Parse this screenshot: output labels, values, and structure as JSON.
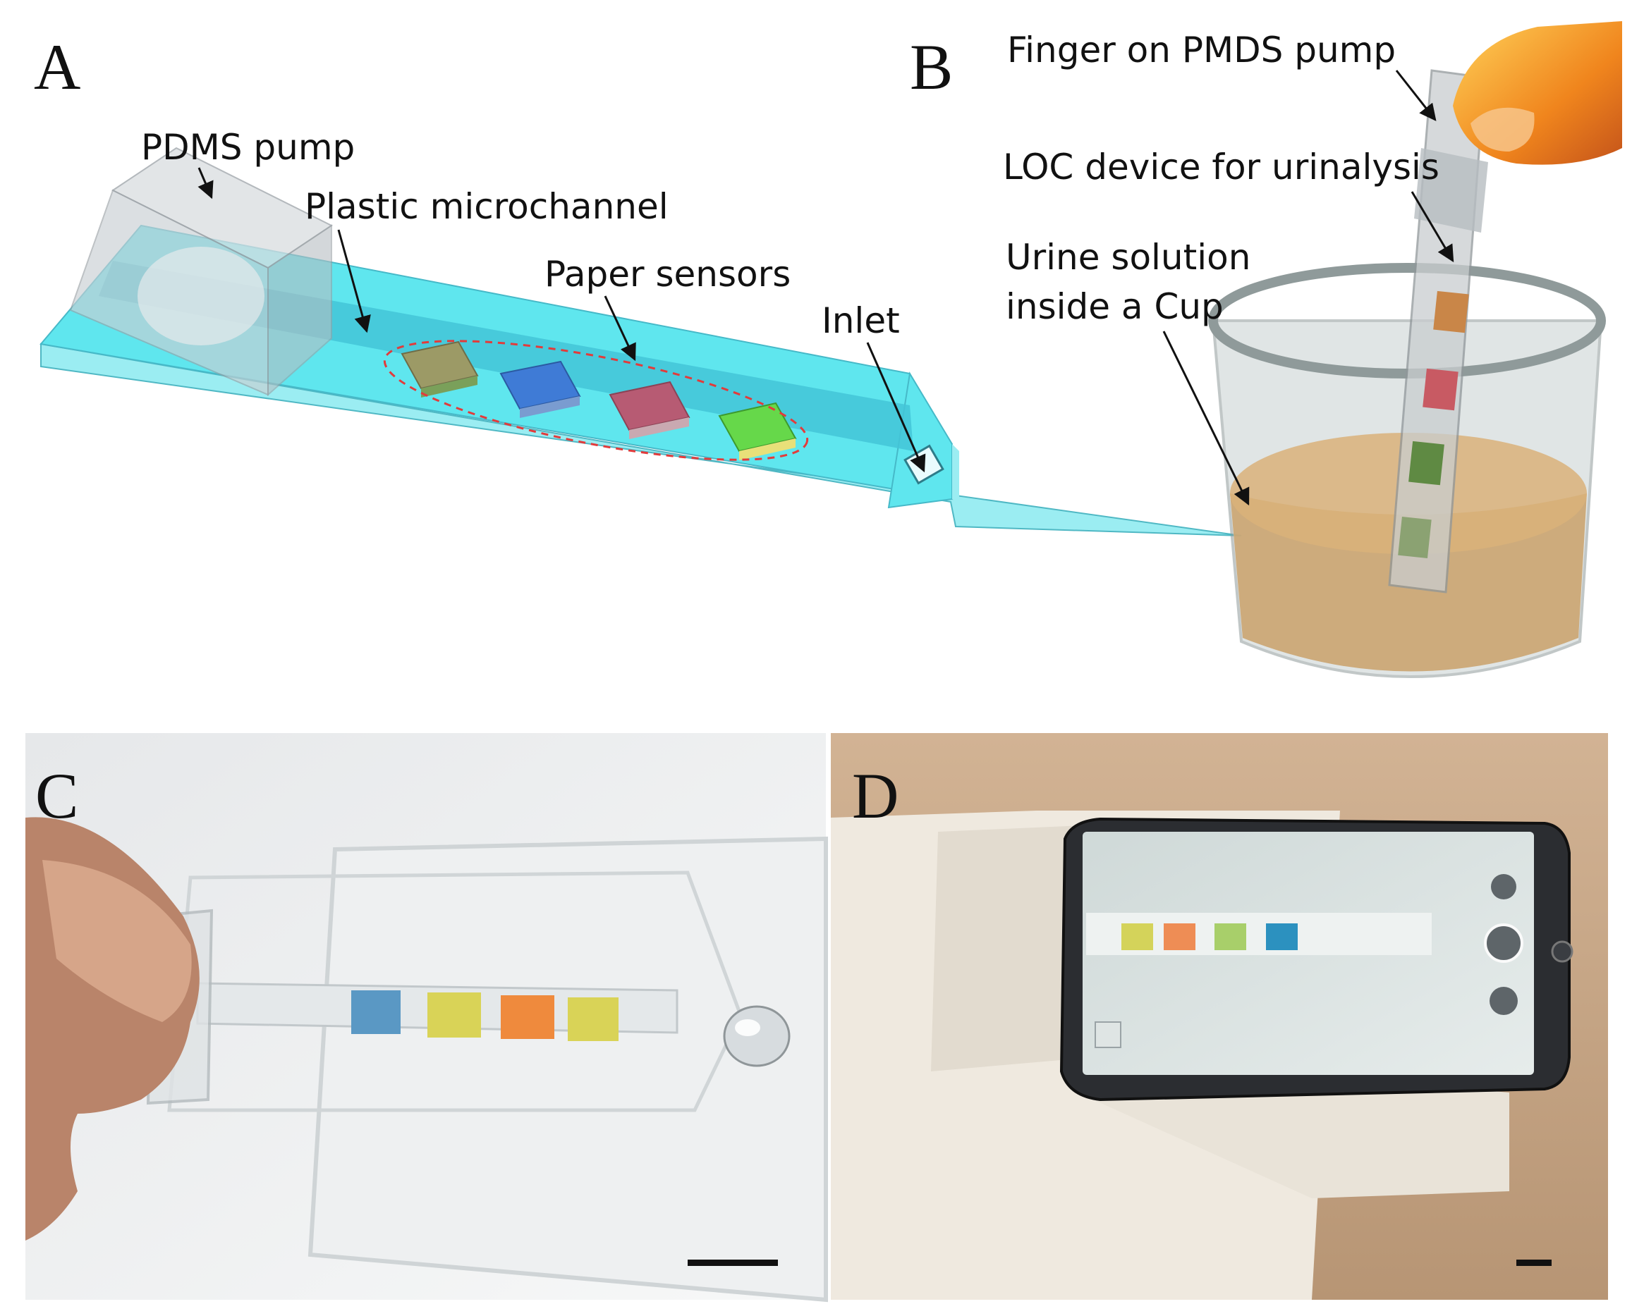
{
  "panels": {
    "a": {
      "letter": "A",
      "labels": {
        "pump": "PDMS pump",
        "microchannel": "Plastic microchannel",
        "sensors": "Paper sensors",
        "inlet": "Inlet"
      },
      "sensor_colors": [
        "#9c9a66",
        "#3f7bd6",
        "#b75b73",
        "#66d84a"
      ],
      "colors": {
        "chip_top": "#5fe6ee",
        "chip_edge": "#8fecf2",
        "channel": "#43c4d7",
        "sensor_ring": "#e23b3b"
      }
    },
    "b": {
      "letter": "B",
      "labels": {
        "finger": "Finger on PMDS pump",
        "device": "LOC device for urinalysis",
        "urine_line1": "Urine solution",
        "urine_line2": "inside a Cup"
      },
      "sensor_colors": [
        "#c98648",
        "#c85a63",
        "#5f8a43",
        "#5f8a43"
      ],
      "colors": {
        "urine": "#cba470",
        "cup": "#c7d0d0",
        "finger": "#f39a2a"
      }
    },
    "c": {
      "letter": "C",
      "sensor_colors": [
        "#5a98c4",
        "#d9d357",
        "#ef8a3d",
        "#d9d357"
      ]
    },
    "d": {
      "letter": "D",
      "screen_sensor_colors": [
        "#d4d35a",
        "#ee8d55",
        "#a8cf6a",
        "#2c91bf"
      ]
    }
  }
}
